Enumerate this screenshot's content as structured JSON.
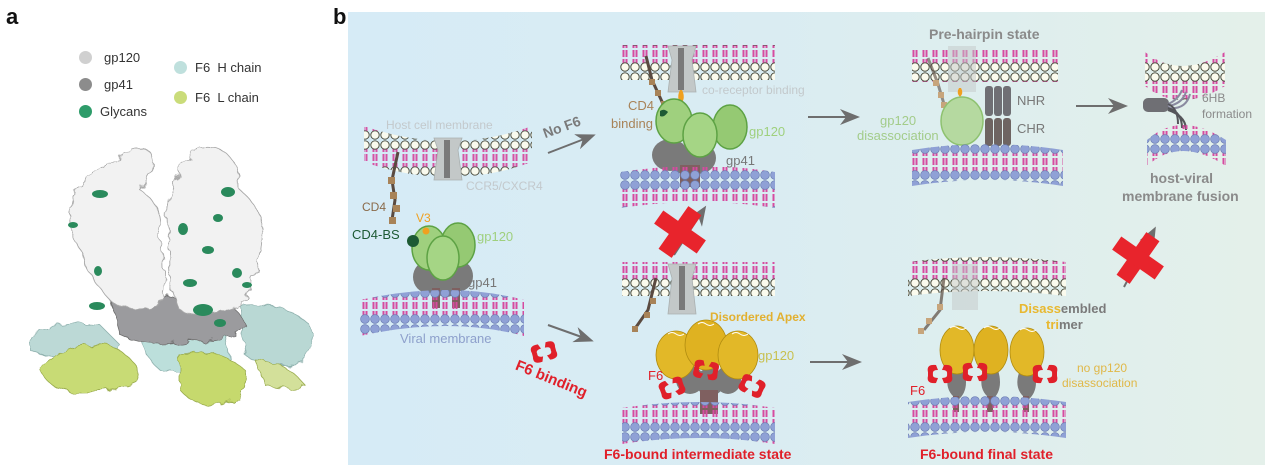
{
  "panel_a": {
    "letter": "a",
    "legend": [
      {
        "label": "gp120",
        "color": "#d0d0d0"
      },
      {
        "label": "gp41",
        "color": "#8c8c8c"
      },
      {
        "label": "Glycans",
        "color": "#2e9c6a"
      },
      {
        "label": "F6  H chain",
        "color": "#bfe0dd"
      },
      {
        "label": "F6  L chain",
        "color": "#cadc7a"
      }
    ]
  },
  "panel_b": {
    "letter": "b",
    "initial": {
      "host_membrane": "Host cell membrane",
      "coreceptor": "CCR5/CXCR4",
      "cd4": "CD4",
      "v3": "V3",
      "cd4bs": "CD4-BS",
      "gp120": "gp120",
      "gp41": "gp41",
      "viral_membrane": "Viral membrane"
    },
    "path_no_f6": {
      "arrow_label": "No F6",
      "cd4_binding_line1": "CD4",
      "cd4_binding_line2": "binding",
      "coreceptor_binding": "co-receptor binding",
      "gp120": "gp120",
      "gp41": "gp41"
    },
    "pre_hairpin": {
      "title": "Pre-hairpin state",
      "gp120_line1": "gp120",
      "gp120_line2": "disassociation",
      "nhr": "NHR",
      "chr": "CHR"
    },
    "fusion": {
      "sixhb_line1": "6HB",
      "sixhb_line2": "formation",
      "title_line1": "host-viral",
      "title_line2": "membrane fusion"
    },
    "path_f6": {
      "arrow_label": "F6 binding"
    },
    "intermediate": {
      "apex": "Disordered Apex",
      "gp120": "gp120",
      "f6": "F6",
      "title": "F6-bound intermediate state"
    },
    "final": {
      "disassembled_orange": "Disass",
      "disassembled_gray": "embled",
      "trimer_orange": "tri",
      "trimer_gray": "mer",
      "no_gp120_line1": "no gp120",
      "no_gp120_line2": "disassociation",
      "f6": "F6",
      "title": "F6-bound final state"
    },
    "colors": {
      "red": "#e0202a",
      "gp120_green": "#9fd07e",
      "gp120_gold": "#e2b828",
      "gp41_gray": "#7a7a7a",
      "label_gray": "#8a8a8a",
      "label_light": "#c0c6c8",
      "cd4_brown": "#a88358",
      "orange": "#f0a020",
      "viral_blue": "#8ea0cc"
    }
  }
}
